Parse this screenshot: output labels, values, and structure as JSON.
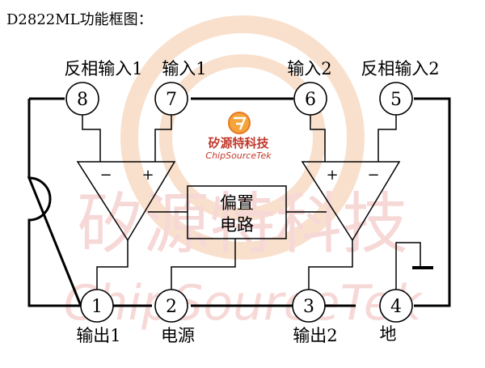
{
  "title": "D2822ML功能框图：",
  "watermark": {
    "brand_cn": "矽源特科技",
    "brand_en": "ChipSourceTek",
    "brand_cn_big": "矽源特科技",
    "brand_en_big": "ChipSourceTek",
    "color_logo": "#e87722",
    "color_text": "#c0392b"
  },
  "pins": {
    "p8": {
      "number": "8",
      "label": "反相输入1"
    },
    "p7": {
      "number": "7",
      "label": "输入1"
    },
    "p6": {
      "number": "6",
      "label": "输入2"
    },
    "p5": {
      "number": "5",
      "label": "反相输入2"
    },
    "p1": {
      "number": "1",
      "label": "输出1"
    },
    "p2": {
      "number": "2",
      "label": "电源"
    },
    "p3": {
      "number": "3",
      "label": "输出2"
    },
    "p4": {
      "number": "4",
      "label": "地"
    }
  },
  "amp_left": {
    "minus": "−",
    "plus": "+"
  },
  "amp_right": {
    "plus": "+",
    "minus": "−"
  },
  "bias": {
    "line1": "偏置",
    "line2": "电路"
  }
}
